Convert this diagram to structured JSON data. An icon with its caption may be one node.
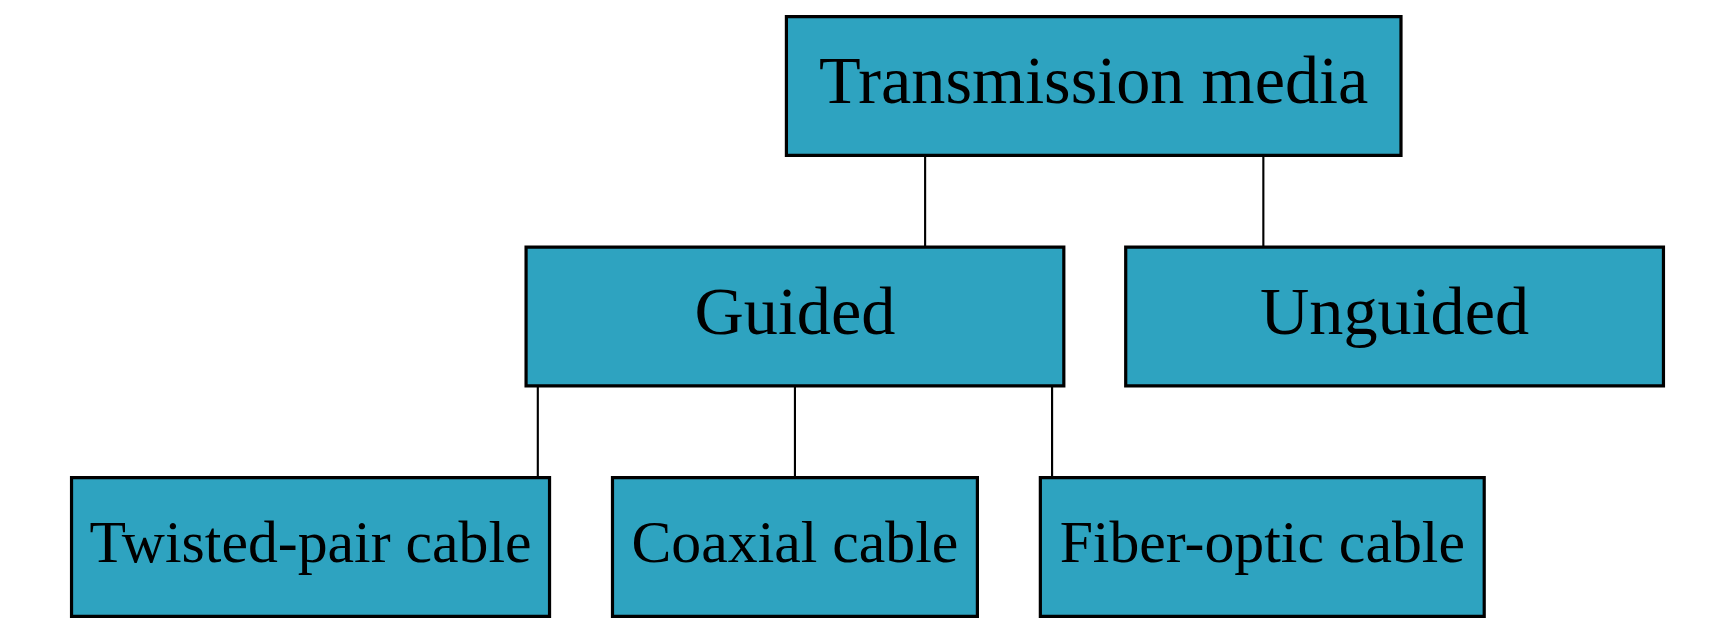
{
  "diagram": {
    "nodes": [
      {
        "text": [
          "Transmission media"
        ]
      },
      {
        "text": [
          "Guided"
        ]
      },
      {
        "text": [
          "Unguided"
        ]
      },
      {
        "text": [
          "Twisted-pair cable"
        ]
      },
      {
        "text": [
          "Coaxial cable"
        ]
      },
      {
        "text": [
          "Fiber-optic cable"
        ]
      }
    ],
    "edges": [
      {
        "from": 0,
        "to": 1,
        "arrow": "none"
      },
      {
        "from": 0,
        "to": 2,
        "arrow": "none"
      },
      {
        "from": 1,
        "to": 3,
        "arrow": "none"
      },
      {
        "from": 1,
        "to": 4,
        "arrow": "none"
      },
      {
        "from": 1,
        "to": 5,
        "arrow": "none"
      }
    ]
  }
}
